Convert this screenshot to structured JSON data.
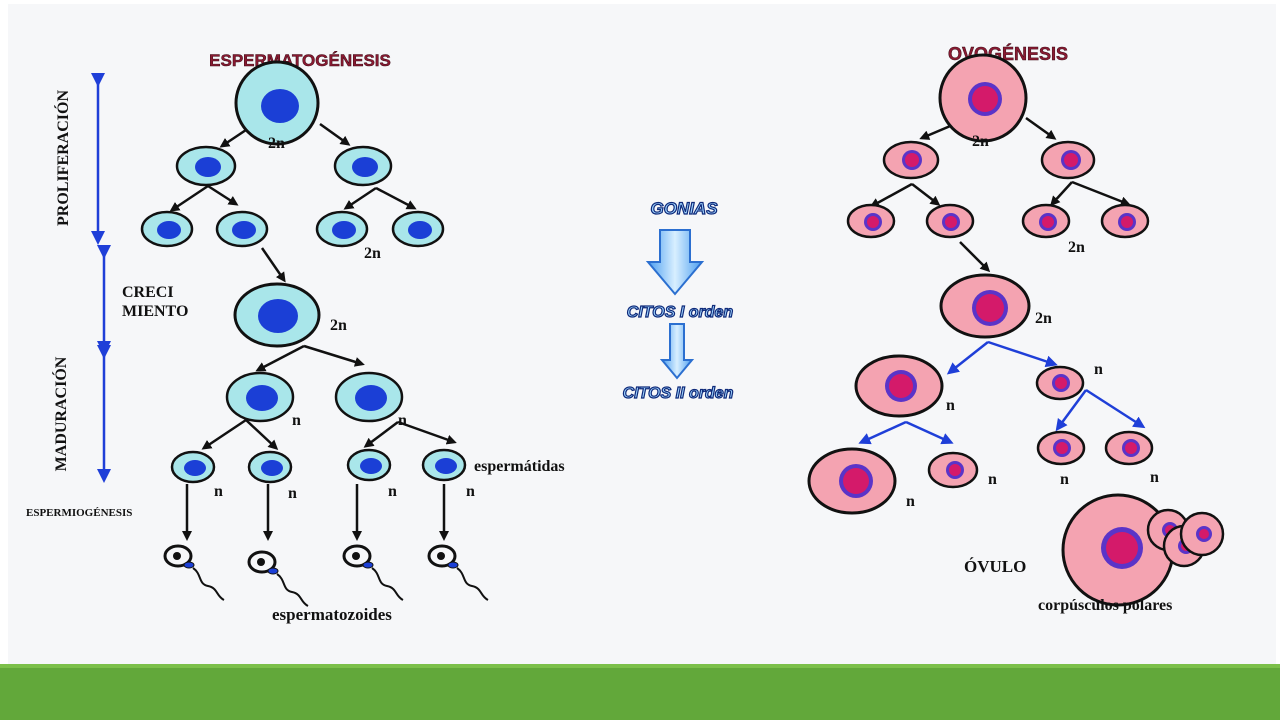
{
  "sperm": {
    "title": "ESPERMATOGÉNESIS",
    "phase_proliferation": "PROLIFERACIÓN",
    "phase_growth_line1": "CRECI",
    "phase_growth_line2": "MIENTO",
    "phase_maturation": "MADURACIÓN",
    "ploidy_2n": "2n",
    "ploidy_n": "n",
    "spermatids_label": "espermátidas",
    "spermiogenesis_label": "ESPERMIOGÉNESIS",
    "spermatozoa_label": "espermatozoides"
  },
  "center": {
    "gonias": "GONIAS",
    "citos_1": "CITOS I orden",
    "citos_2": "CITOS II orden"
  },
  "ovo": {
    "title": "OVOGÉNESIS",
    "ploidy_2n": "2n",
    "ploidy_n": "n",
    "ovum_label": "ÓVULO",
    "polar_bodies_label": "corpúsculos polares"
  },
  "colors": {
    "sperm_cell_fill": "#a9e6ea",
    "sperm_nucleus": "#1b3fd6",
    "ovo_cell_fill": "#f4a3b1",
    "ovo_nucleus_ring": "#5a34c8",
    "ovo_nucleus": "#d41a6a",
    "phase_arrow": "#1f3fd8",
    "title_color": "#8a1a32",
    "footer_bar": "#62a83a"
  }
}
